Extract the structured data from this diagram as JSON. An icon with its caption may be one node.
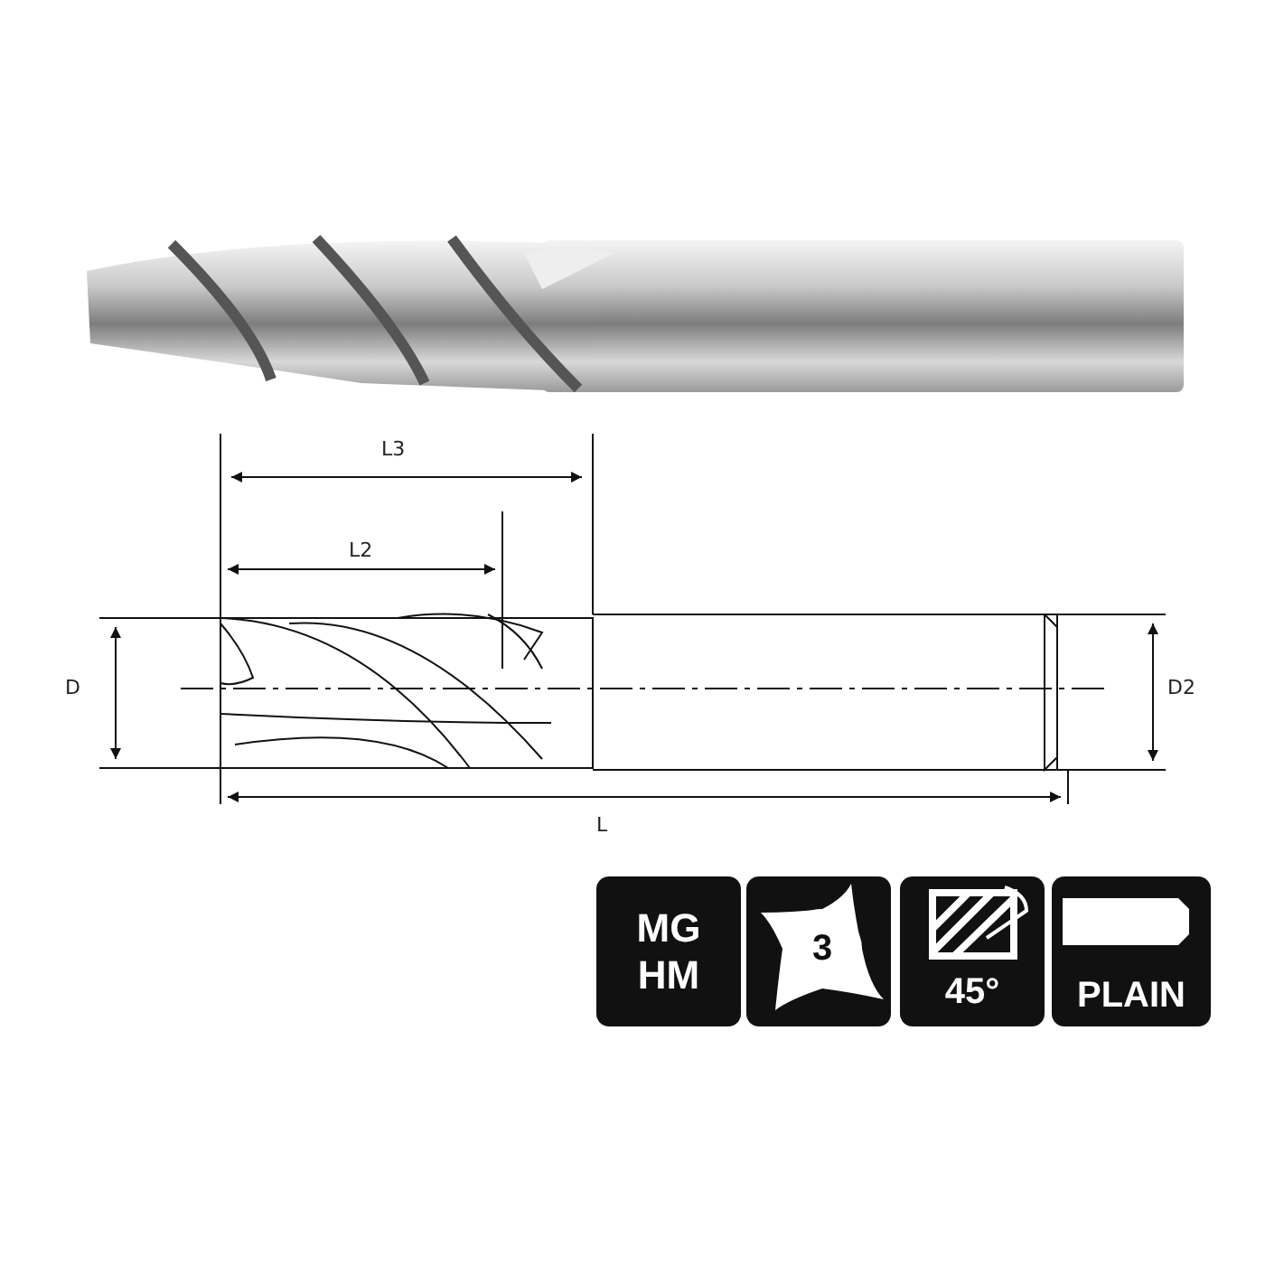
{
  "diagram": {
    "nodes": [
      {
        "text": [
          "MG HM"
        ]
      },
      {
        "text": [
          "3"
        ]
      },
      {
        "text": [
          "45°"
        ]
      },
      {
        "text": [
          "PLAIN"
        ]
      }
    ],
    "labels": [
      "L3",
      "L2",
      "D",
      "D2",
      "L"
    ]
  }
}
